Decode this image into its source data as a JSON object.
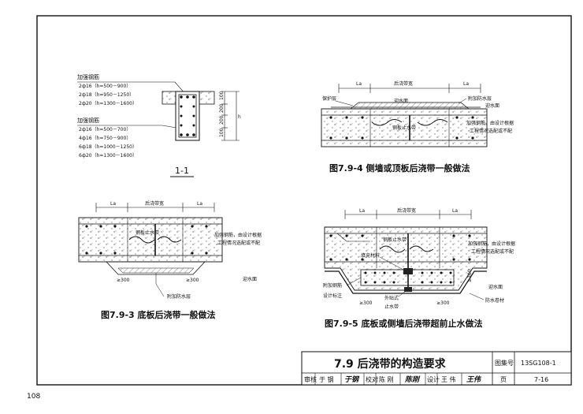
{
  "page_number": "108",
  "section_1_1": {
    "label": "1-1",
    "group_a_title": "加强钢筋",
    "group_a": [
      "2ф16（h=500－900）",
      "2ф18（h=950－1250）",
      "2ф20（h=1300－1600）"
    ],
    "group_b_title": "加强钢筋",
    "group_b": [
      "2ф16（h=500－700）",
      "4ф16（h=750－900）",
      "6ф18（h=1000－1250）",
      "6ф20（h=1300－1600）"
    ],
    "dims": [
      "100",
      "200",
      "200",
      "100"
    ],
    "h_label": "h"
  },
  "fig_794": {
    "caption": "图7.9-4  侧墙或顶板后浇带一般做法",
    "la_left": "La",
    "width_label": "后浇带宽",
    "la_right": "La",
    "protect_layer": "保护层",
    "water_face": "迎水面",
    "extra_waterproof": "附加防水层",
    "water_face_right": "迎水面",
    "steel_stop": "钢板止水带",
    "reinforce_note_1": "加强钢筋，由设计根据",
    "reinforce_note_2": "工程情况选配或不配"
  },
  "fig_793": {
    "caption": "图7.9-3  底板后浇带一般做法",
    "la_left": "La",
    "width_label": "后浇带宽",
    "la_right": "La",
    "steel_stop": "钢板止水带",
    "reinforce_note_1": "加强钢筋，由设计根据",
    "reinforce_note_2": "工程情况选配或不配",
    "dim_left": "≥300",
    "dim_right": "≥300",
    "water_face": "迎水面",
    "extra_waterproof": "附加防水层"
  },
  "fig_795": {
    "caption": "图7.9-5  底板或侧墙后浇带超前止水做法",
    "la_left": "La",
    "width_label": "后浇带宽",
    "la_right": "La",
    "steel_stop": "钢板止水带",
    "reinforce_note_1": "加强钢筋，由设计根据",
    "reinforce_note_2": "工程情况选配或不配",
    "filler": "填充材料",
    "extra_rebar": "附加钢筋",
    "design_mark": "设计标注",
    "external_stop_1": "外贴式",
    "external_stop_2": "止水带",
    "dim_left": "≥300",
    "dim_right": "≥300",
    "dim_v": "≥300",
    "water_face": "迎水面",
    "membrane": "防水卷材"
  },
  "title_block": {
    "title": "7.9  后浇带的构造要求",
    "atlas_label": "图集号",
    "atlas_no": "13SG108-1",
    "review_label": "审核",
    "reviewer": "于  钢",
    "reviewer_sig": "于钢",
    "check_label": "校对",
    "checker": "陈  刚",
    "checker_sig": "陈刚",
    "design_label": "设计",
    "designer": "王  伟",
    "designer_sig": "王伟",
    "page_label": "页",
    "page_no": "7-16"
  }
}
